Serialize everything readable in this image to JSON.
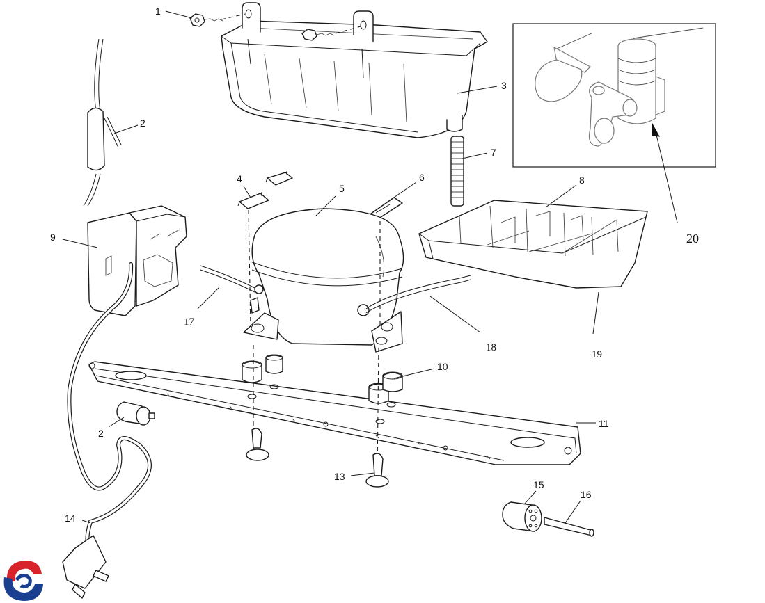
{
  "diagram": {
    "type": "exploded-parts-diagram",
    "callouts": [
      {
        "id": "c1",
        "text": "1"
      },
      {
        "id": "c2a",
        "text": "2"
      },
      {
        "id": "c2b",
        "text": "2"
      },
      {
        "id": "c3",
        "text": "3"
      },
      {
        "id": "c4",
        "text": "4"
      },
      {
        "id": "c5",
        "text": "5"
      },
      {
        "id": "c6",
        "text": "6"
      },
      {
        "id": "c7",
        "text": "7"
      },
      {
        "id": "c8",
        "text": "8"
      },
      {
        "id": "c9",
        "text": "9"
      },
      {
        "id": "c10",
        "text": "10"
      },
      {
        "id": "c11",
        "text": "11"
      },
      {
        "id": "c13",
        "text": "13"
      },
      {
        "id": "c14",
        "text": "14"
      },
      {
        "id": "c15",
        "text": "15"
      },
      {
        "id": "c16",
        "text": "16"
      },
      {
        "id": "c17",
        "text": "17"
      },
      {
        "id": "c18",
        "text": "18"
      },
      {
        "id": "c19",
        "text": "19"
      },
      {
        "id": "c20",
        "text": "20"
      }
    ],
    "logo": {
      "colors": {
        "blue": "#1b3f8f",
        "red": "#d8232a"
      }
    }
  }
}
